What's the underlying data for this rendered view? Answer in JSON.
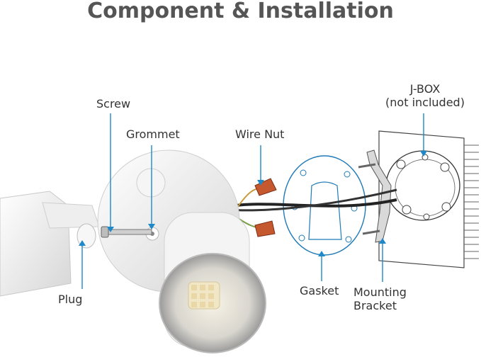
{
  "title": "Component & Installation",
  "labels": {
    "screw": "Screw",
    "grommet": "Grommet",
    "wire_nut": "Wire Nut",
    "jbox_line1": "J-BOX",
    "jbox_line2": "(not included)",
    "plug": "Plug",
    "gasket": "Gasket",
    "mounting_line1": "Mounting",
    "mounting_line2": "Bracket"
  },
  "colors": {
    "title": "#555555",
    "leader": "#1e88c8",
    "fixture": "#f2f2f2",
    "wire_orange": "#c5582e"
  }
}
